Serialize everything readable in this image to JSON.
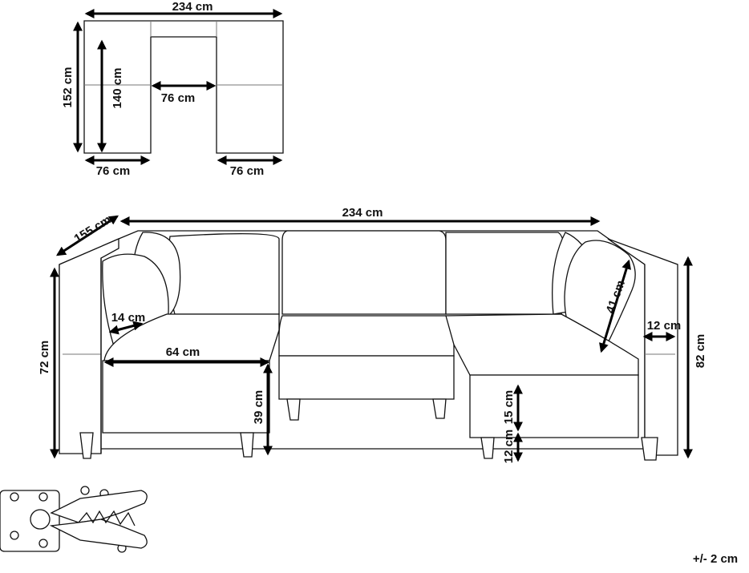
{
  "top_view": {
    "width_label": "234 cm",
    "depth_label": "152 cm",
    "inner_depth_label": "140 cm",
    "inner_gap_label": "76 cm",
    "left_module_label": "76 cm",
    "right_module_label": "76 cm"
  },
  "front_view": {
    "width_label": "234 cm",
    "depth_label": "155 cm",
    "height_label": "72 cm",
    "total_height_label": "82 cm",
    "cushion_label": "41 cm",
    "arm_label": "12 cm",
    "back_cushion_label": "14 cm",
    "seat_label": "64 cm",
    "seat_height_label": "39 cm",
    "seat_thickness_label": "15 cm",
    "leg_label": "12 cm"
  },
  "tolerance_label": "+/- 2 cm"
}
